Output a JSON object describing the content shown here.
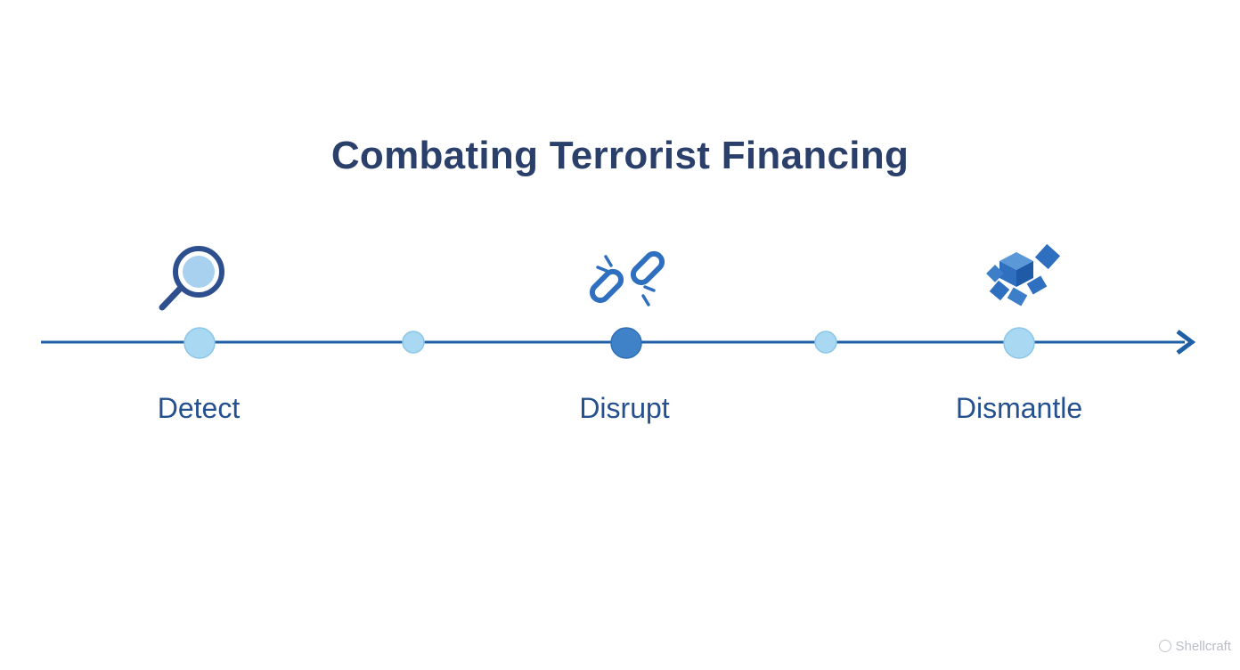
{
  "title": "Combating Terrorist Financing",
  "stages": [
    {
      "label": "Detect",
      "icon": "magnifying-glass-icon"
    },
    {
      "label": "Disrupt",
      "icon": "broken-chain-icon"
    },
    {
      "label": "Dismantle",
      "icon": "scattered-blocks-icon"
    }
  ],
  "colors": {
    "title": "#2b3f6b",
    "label": "#25508f",
    "line": "#1f5fa6",
    "node_light": "#a8d8f2",
    "node_active": "#3f82c8",
    "icon_primary": "#2f6fbf",
    "icon_dark": "#2d4f8e"
  },
  "watermark": "Shellcraft"
}
